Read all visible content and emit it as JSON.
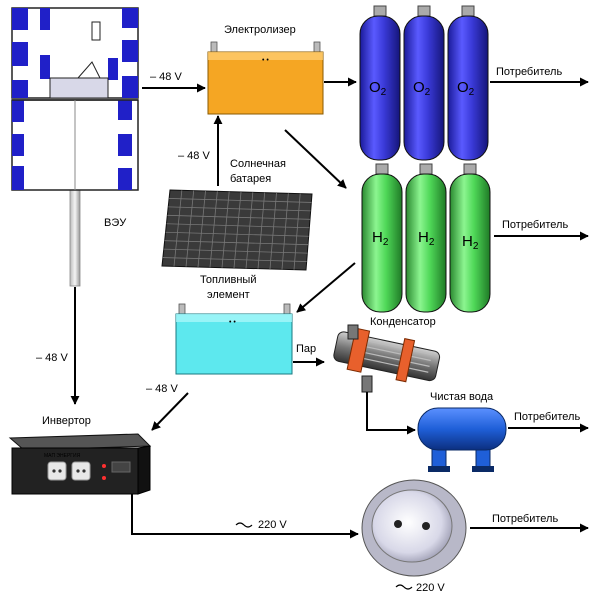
{
  "labels": {
    "electrolyzer": "Электролизер",
    "wind_turbine": "ВЭУ",
    "solar_battery_line1": "Солнечная",
    "solar_battery_line2": "батарея",
    "fuel_cell_line1": "Топливный",
    "fuel_cell_line2": "элемент",
    "condenser": "Конденсатор",
    "steam": "Пар",
    "clean_water": "Чистая вода",
    "inverter": "Инвертор",
    "inverter_brand": "МАП ЭНЕРГИЯ"
  },
  "voltages": {
    "turbine_to_electrolyzer": "– 48 V",
    "solar_to_electrolyzer": "– 48 V",
    "turbine_to_inverter": "– 48 V",
    "fuel_cell_to_inverter": "– 48 V",
    "inverter_out": "220 V",
    "outlet": "220 V"
  },
  "consumers": {
    "oxygen": "Потребитель",
    "hydrogen": "Потребитель",
    "water": "Потребитель",
    "power": "Потребитель"
  },
  "oxygen_cylinders": [
    {
      "symbol": "O",
      "sub": "2"
    },
    {
      "symbol": "O",
      "sub": "2"
    },
    {
      "symbol": "O",
      "sub": "2"
    }
  ],
  "hydrogen_cylinders": [
    {
      "symbol": "H",
      "sub": "2"
    },
    {
      "symbol": "H",
      "sub": "2"
    },
    {
      "symbol": "H",
      "sub": "2"
    }
  ],
  "colors": {
    "oxygen_cylinder": "#3a3ad8",
    "hydrogen_cylinder": "#4fd858",
    "electrolyzer": "#f5a623",
    "fuel_cell": "#5de8ee",
    "water_tank": "#1f5fd8",
    "solar_panel": "#444444",
    "turbine_blue": "#2020c8"
  }
}
